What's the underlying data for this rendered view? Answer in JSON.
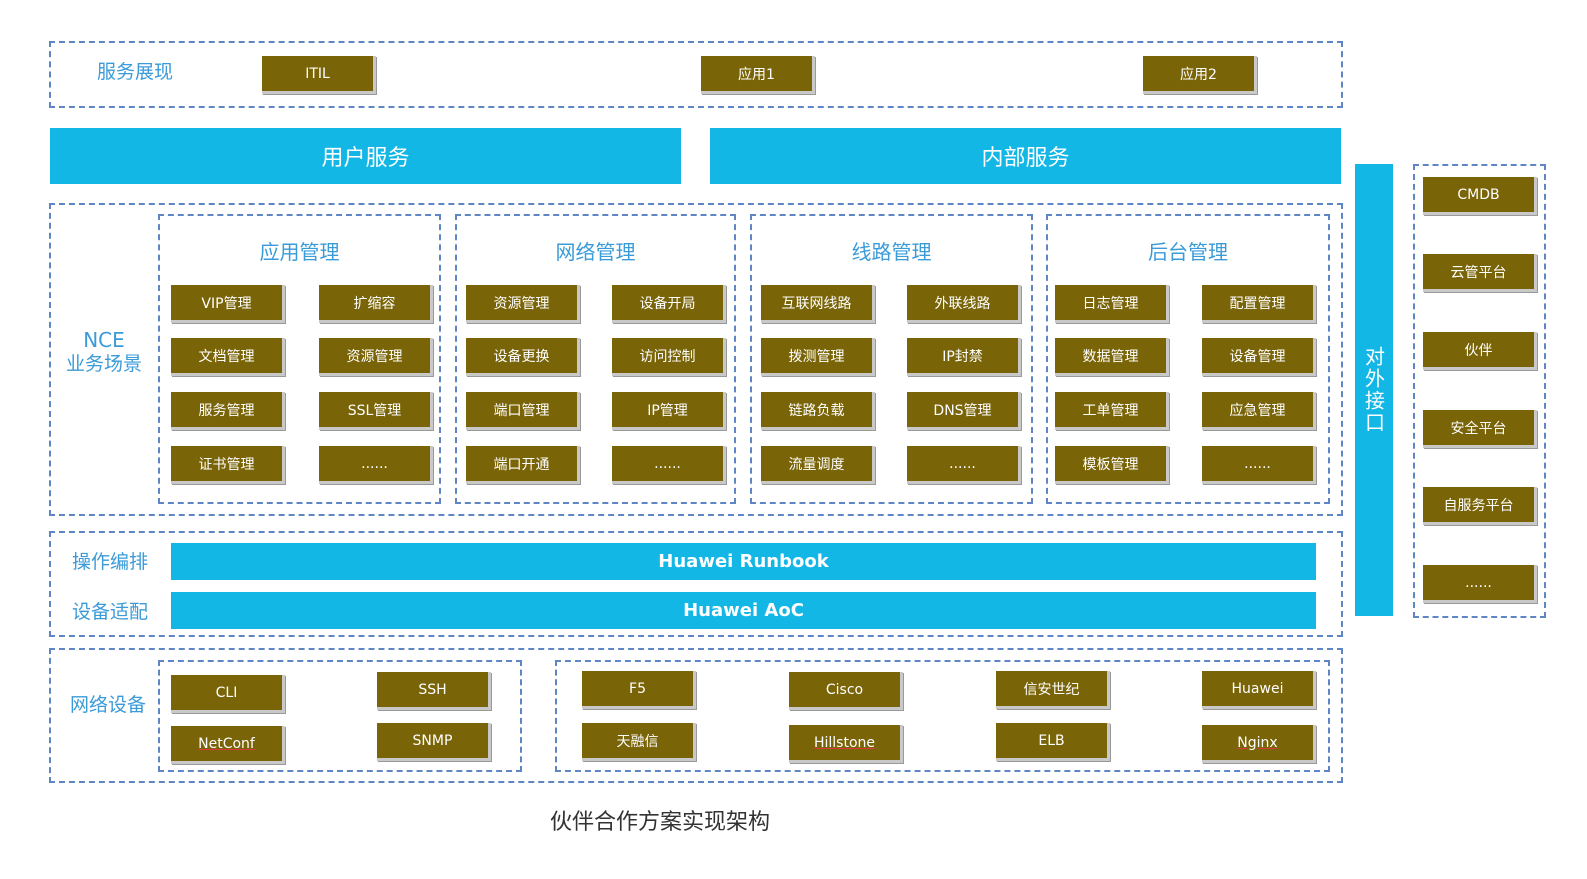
{
  "service_presentation": {
    "label": "服务展现",
    "items": [
      "ITIL",
      "应用1",
      "应用2"
    ]
  },
  "bars": {
    "user_service": "用户服务",
    "internal_service": "内部服务"
  },
  "nce": {
    "label_line1": "NCE",
    "label_line2": "业务场景",
    "panels": [
      {
        "title": "应用管理",
        "left": [
          "VIP管理",
          "文档管理",
          "服务管理",
          "证书管理"
        ],
        "right": [
          "扩缩容",
          "资源管理",
          "SSL管理",
          "......"
        ]
      },
      {
        "title": "网络管理",
        "left": [
          "资源管理",
          "设备更换",
          "端口管理",
          "端口开通"
        ],
        "right": [
          "设备开局",
          "访问控制",
          "IP管理",
          "......"
        ]
      },
      {
        "title": "线路管理",
        "left": [
          "互联网线路",
          "拨测管理",
          "链路负载",
          "流量调度"
        ],
        "right": [
          "外联线路",
          "IP封禁",
          "DNS管理",
          "......"
        ]
      },
      {
        "title": "后台管理",
        "left": [
          "日志管理",
          "数据管理",
          "工单管理",
          "模板管理"
        ],
        "right": [
          "配置管理",
          "设备管理",
          "应急管理",
          "......"
        ]
      }
    ]
  },
  "orchestration": {
    "label": "操作编排",
    "bar": "Huawei Runbook"
  },
  "adaptation": {
    "label": "设备适配",
    "bar": "Huawei AoC"
  },
  "network_devices": {
    "label": "网络设备",
    "protocols": [
      "CLI",
      "SSH",
      "NetConf",
      "SNMP"
    ],
    "vendors_row1": [
      "F5",
      "Cisco",
      "信安世纪",
      "Huawei"
    ],
    "vendors_row2": [
      "天融信",
      "Hillstone",
      "ELB",
      "Nginx"
    ]
  },
  "external_interface": {
    "label": "对外接口"
  },
  "external_systems": [
    "CMDB",
    "云管平台",
    "伙伴",
    "安全平台",
    "自服务平台",
    "......"
  ],
  "caption": "伙伴合作方案实现架构",
  "colors": {
    "olive": "#7a6408",
    "cyan": "#12b7e6",
    "dash": "#5f86c4",
    "label_blue": "#3b9bd8"
  }
}
